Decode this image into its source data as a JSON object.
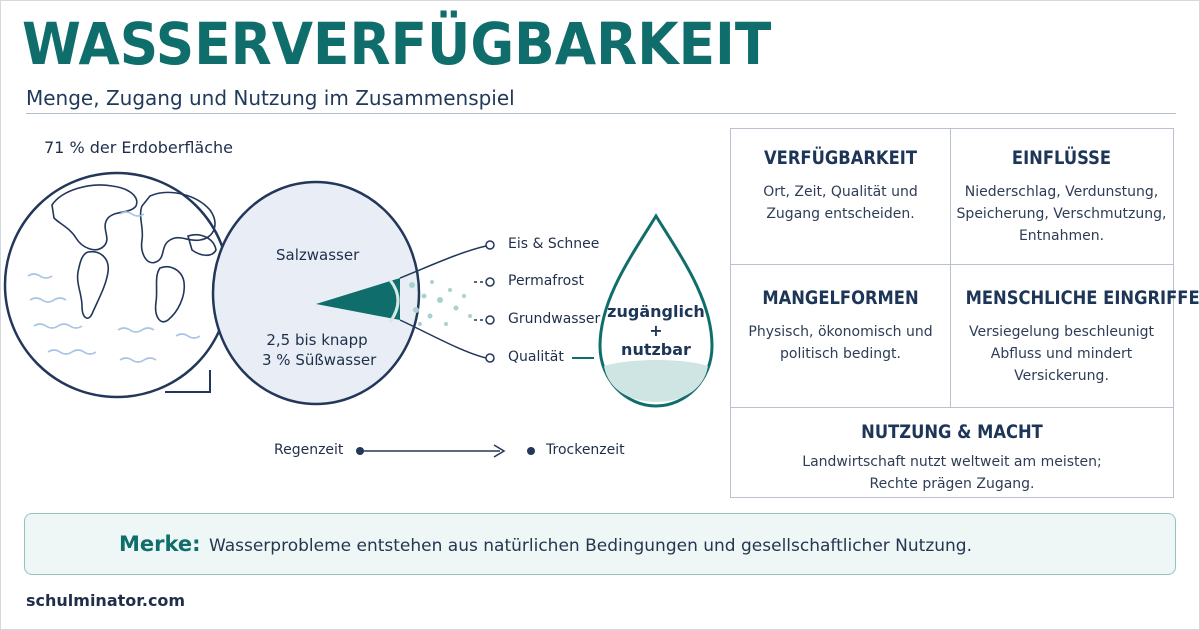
{
  "header": {
    "title": "WASSERVERFÜGBARKEIT",
    "subtitle": "Menge, Zugang und Nutzung im Zusammenspiel"
  },
  "diagram": {
    "globe_caption": "71 % der Erdoberfläche",
    "ocean_label": "Salzwasser",
    "freshwater_label_line1": "2,5 bis knapp",
    "freshwater_label_line2": "3 % Süßwasser",
    "branches": [
      "Eis & Schnee",
      "Permafrost",
      "Grundwasser",
      "Qualität"
    ],
    "drop_line1": "zugänglich",
    "drop_line2": "+",
    "drop_line3": "nutzbar",
    "season_start": "Regenzeit",
    "season_end": "Trockenzeit"
  },
  "cards": {
    "availability": {
      "title": "VERFÜGBARKEIT",
      "line1": "Ort, Zeit, Qualität und",
      "line2": "Zugang entscheiden."
    },
    "influences": {
      "title": "EINFLÜSSE",
      "line1": "Niederschlag, Verdunstung,",
      "line2": "Speicherung, Verschmutzung,",
      "line3": "Entnahmen."
    },
    "scarcity": {
      "title": "MANGELFORMEN",
      "line1": "Physisch, ökonomisch und",
      "line2": "politisch bedingt."
    },
    "human": {
      "title": "MENSCHLICHE EINGRIFFE",
      "line1": "Versiegelung beschleunigt",
      "line2": "Abfluss und mindert",
      "line3": "Versickerung."
    },
    "usage": {
      "title": "NUTZUNG & MACHT",
      "line1": "Landwirtschaft nutzt weltweit am meisten;",
      "line2": "Rechte prägen Zugang."
    }
  },
  "merke": {
    "label": "Merke:",
    "text": "Wasserprobleme entstehen aus natürlichen Bedingungen und gesellschaftlicher Nutzung."
  },
  "footer": {
    "site": "schulminator.com"
  },
  "colors": {
    "teal": "#0f6e6c",
    "navy": "#1d3557",
    "pale_blue": "#e9eef6",
    "pale_teal": "#eef7f6"
  }
}
